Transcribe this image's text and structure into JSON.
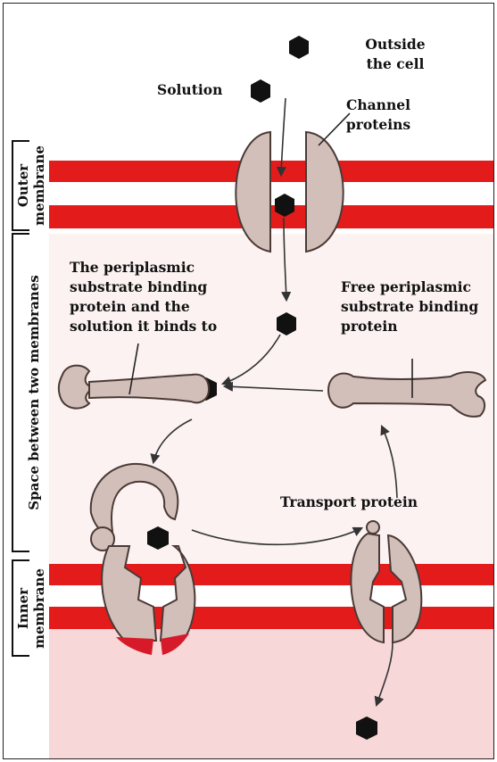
{
  "labels": {
    "outside_l1": "Outside",
    "outside_l2": "the cell",
    "solution": "Solution",
    "channel_l1": "Channel",
    "channel_l2": "proteins",
    "bound_l1": "The periplasmic",
    "bound_l2": "substrate binding",
    "bound_l3": "protein and the",
    "bound_l4": "solution it binds to",
    "free_l1": "Free periplasmic",
    "free_l2": "substrate binding",
    "free_l3": "protein",
    "transport": "Transport protein"
  },
  "side_labels": {
    "outer_l1": "Outer",
    "outer_l2": "membrane",
    "space": "Space between two membranes",
    "inner_l1": "Inner",
    "inner_l2": "membrane"
  },
  "colors": {
    "membrane_red": "#e31b1b",
    "protein_fill": "#d3bfba",
    "protein_stroke": "#4a3a36",
    "periplasm": "#fbf2f1",
    "cytoplasm": "#f7d7d7",
    "solute": "#111111"
  }
}
